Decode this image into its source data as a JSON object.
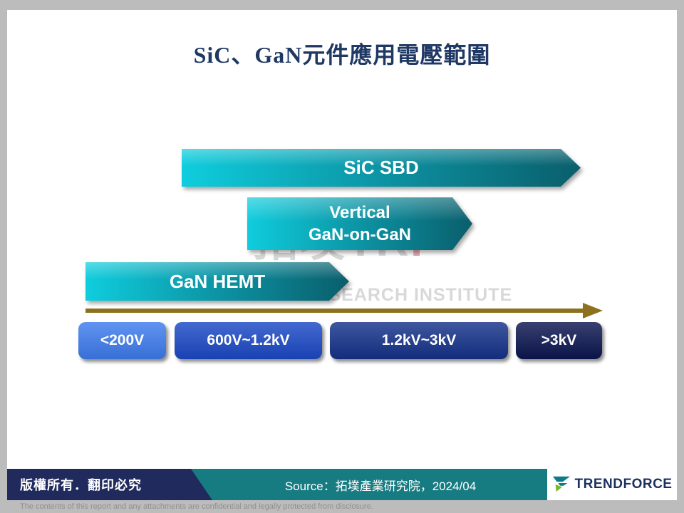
{
  "title": "SiC、GaN元件應用電壓範圍",
  "bars": {
    "sic_sbd": {
      "line1": "SiC SBD"
    },
    "vertical_gan": {
      "line1": "Vertical",
      "line2": "GaN-on-GaN"
    },
    "gan_hemt": {
      "line1": "GaN HEMT"
    }
  },
  "voltage_chips": [
    {
      "label": "<200V",
      "color": "#3E7CEE"
    },
    {
      "label": "600V~1.2kV",
      "color": "#1B49C6"
    },
    {
      "label": "1.2kV~3kV",
      "color": "#15328A"
    },
    {
      "label": ">3kV",
      "color": "#0C1650"
    }
  ],
  "watermark": {
    "line1_part1": "拓墣TR",
    "line1_part2": "i",
    "line2": "TECHNOLOGY RESEARCH INSTITUTE"
  },
  "footer": {
    "copyright": "版權所有．翻印必究",
    "source": "Source：拓墣產業研究院，2024/04",
    "brand": "TRENDFORCE"
  },
  "disclaimer": "The contents of this report and any attachments are confidential and legally protected from disclosure.",
  "colors": {
    "title": "#1F3864",
    "arrow_gradient_start": "#0FCDDD",
    "arrow_gradient_end": "#0A5E6B",
    "axis": "#8C711E",
    "footer_teal": "#177C82",
    "footer_navy": "#202A5C",
    "brand_navy": "#1D3160",
    "brand_teal": "#0E7C86",
    "brand_green": "#7AB829"
  },
  "chart_data": {
    "type": "bar",
    "title": "SiC、GaN元件應用電壓範圍",
    "orientation": "horizontal_range_arrows",
    "axis_categories": [
      "<200V",
      "600V~1.2kV",
      "1.2kV~3kV",
      ">3kV"
    ],
    "series": [
      {
        "name": "SiC SBD",
        "range_start": "600V~1.2kV",
        "range_end": ">3kV"
      },
      {
        "name": "Vertical GaN-on-GaN",
        "range_start": "600V~1.2kV",
        "range_end": "1.2kV~3kV"
      },
      {
        "name": "GaN HEMT",
        "range_start": "<200V",
        "range_end": "600V~1.2kV"
      }
    ],
    "legend": false,
    "grid": false,
    "xlabel": "",
    "ylabel": ""
  }
}
